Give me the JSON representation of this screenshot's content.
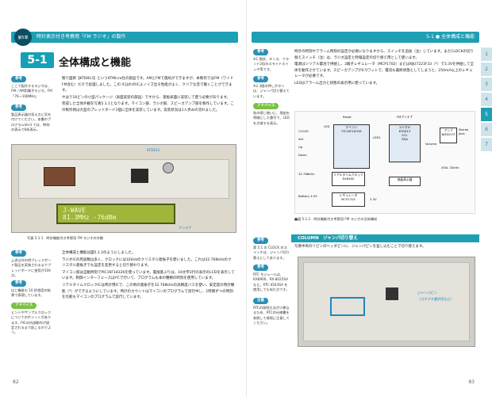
{
  "left": {
    "chapter_label": "第5章",
    "header_text": "時計表示付き考察用「FM ラジオ」の製作",
    "section_number": "5-1",
    "section_title": "全体構成と機能",
    "folio": "82",
    "side_top": {
      "tag": "参考",
      "text": "ここで製作するラジオは、FM／AM用電子ラジオ。FM「76〜108MHz」"
    },
    "side_mid": {
      "tag": "参考",
      "text": "製品表示器の見え方に気を付けてください。本書のプログラムVer3 では、時刻の表示で6桁表示。"
    },
    "body_top": [
      "製り図目【KTD813】というKTMicro社の部品です。AMとFMで選局ができますが、本製作ではFM（ワイドFM含む）だけで処理しました。この ICはわのICよノイズ出そ性能がよく、クリアな音で聴くことができます。",
      "やはり16ピンの小型パッケージ（表面実装の部品）ですから、基板表面に実装して使う必要があります。",
      "完成した全体外観を写真5.1.1となります。マイコン部、ラジオ部、スピーカアンプ部を製作しています。この製作例は大型のブレッドボード1個に全体を実装しています。実装状況は1人歩みの流れました。"
    ],
    "photo": {
      "lcd_line1": "J-WAVE",
      "lcd_line2": "81.3MHz -76dBm",
      "callout_top": "KTD813",
      "callout_antenna": "アンテナ",
      "caption": "写真 5.1.1　時計機能付き考察用 FM ラジオの外観"
    },
    "side_lower": [
      {
        "tag": "参考",
        "text": "上述以外の例ブレッドボード製品を実装されるまでブレッドボードに使用が100点。"
      },
      {
        "tag": "参考",
        "text": "はじ機能も 10 秒程度の結果で表現しています。"
      },
      {
        "tag": "アドバイス",
        "text": "ヒントやサンプルクロックについてのポイントがあります。PICの内部動作が設定されるまで起こるのでよう。"
      }
    ],
    "body_bottom": [
      "全体構成と機能は図5.1.2のようにしました。",
      "ラジオICの周波数は多く、クロックには32kHzのクリスタル発振子を使いました。これは32.768kHzのクリスタル発振子でも設定を変更すると切り替わります。",
      "マイコン部は自動時刻でPIC16F18326を使っています。置換基ぶりは、16文字2行の表示のLCDを表示しています。制御インターフェースはI²Cで行いて、プログラムも本の種類の時刻を使用しています。",
      "リアルタイムクロックICは時計用ICで、この例の発振子を32.768kHzの高精度バスを使い、安定度の時計機能（*）ができるようにしています。時計のカウントはマイコンのプログラムで実行中し、1時間ずつの時刻を比較もマイコンのプログラムで実行しています。"
    ]
  },
  "right": {
    "header_text": "5-1 ● 全体構成と機能",
    "folio": "83",
    "tabs": [
      "1",
      "2",
      "3",
      "4",
      "5",
      "6",
      "7"
    ],
    "active_tab": "5",
    "body_top": [
      "時計の時刻やアラーム時刻の設定が必要になりますから、スイッチを追加（注）しています。またCLOCKの切り替えスイッチ（注）は、ラジオ設定と時報設定の切り替え用として使います。",
      "電源はシリアル電池で供給し、3端子レギュレータ（MCP1702）またはNJU7223F33（*）で3.3Vを供給して全体を動作させています。スピーカアンプが0.5ワットで、電流も最終状態としてしまうと、250mA以上のレギュレータが必要です。",
      "LEDはアラーム出力と状態の表示用に使っています。"
    ],
    "side_top": {
      "tag": "参考",
      "text": "※1 現状、テンス、クランド2倍のスライドスイッチ等です。"
    },
    "side_top2": {
      "tag": "参考",
      "text": "※2 3個の押しボタンは、ジャンパ切り替えています。"
    },
    "side_adv": {
      "tag": "アドバイス",
      "text": "各の感じ使いに、理由を明確にした番号で、LEDを点滅する表示。"
    },
    "diagram": {
      "reset": "Reset",
      "fm_antenna": "FMアンテナ",
      "mcu_title": "マイコン",
      "mcu_part": "PIC16F18326",
      "radio_title": "ラジオIC",
      "radio_part": "KTD813",
      "scl": "SCL",
      "sda": "SDA",
      "amp_title": "アンプ",
      "amp_part": "NJM2073",
      "stereo_jack": "Stereo Jack",
      "volume": "Volume",
      "rtc_title": "リアルタイムクロック",
      "rtc_part": "RX8900",
      "lcd": "液晶表示器",
      "regulator_title": "レギュレータ",
      "regulator_part": "MCP1702",
      "battery": "Battery 4.5V",
      "voltage": "3.3V",
      "crystal": "32.768kHz",
      "xtal": "XTAL 32kHz",
      "switches": [
        "CLOCK",
        "Set",
        "Up",
        "Down"
      ],
      "led": "LED",
      "led1": "LED1",
      "caption": "■図 5.1.2　時計機能付き考察用 FM ラジオの全体構成"
    },
    "column": {
      "title": "COLUMN　ジャンパ切り替え",
      "text": "写真中央のリピンのヘッダピンに、ジャンパピンを差し込むことで切り替えます。",
      "callout_jumper": "ジャンパピン",
      "callout_sub": "（コネクタ選択用など）",
      "side_tag": "参考",
      "side_text": "第 5.1 の CLOCK のスイッチは、ジャンパ切り替えにしてあります。",
      "side_tag2": "参考",
      "side_text2": "RTC モジュールは、RX8900、RX-8025SA など。RTC-4543SA を使用しても似た方です。",
      "side_tag3": "注意",
      "side_text3": "RTCの接続方法が少異なるため、RTCの仕様書を参照して接続に注意してください。"
    }
  },
  "colors": {
    "accent": "#1f9fb4",
    "highlight": "#1e88c0",
    "advice": "#7bc043"
  }
}
